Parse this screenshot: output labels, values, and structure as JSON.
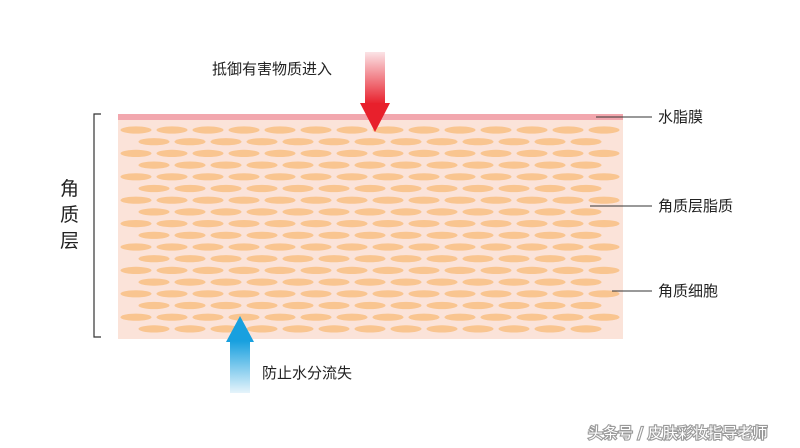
{
  "labels": {
    "top_arrow": "抵御有害物质进入",
    "bottom_arrow": "防止水分流失",
    "water_lipid_film": "水脂膜",
    "stratum_corneum_lipid": "角质层脂质",
    "corneocyte": "角质细胞",
    "stratum_corneum": "角质层"
  },
  "watermark": "头条号 / 皮肤彩妆指导老师",
  "colors": {
    "background": "#ffffff",
    "layer_fill": "#fbe3d9",
    "film": "#f2a7ae",
    "cell": "#f9c590",
    "arrow_red_top": "#fbe3e6",
    "arrow_red": "#e8202c",
    "arrow_blue_top": "#e6f4fb",
    "arrow_blue": "#18a0df",
    "line": "#333333"
  },
  "icons": {
    "top_arrow": "arrow-down-icon",
    "bottom_arrow": "arrow-up-icon"
  }
}
